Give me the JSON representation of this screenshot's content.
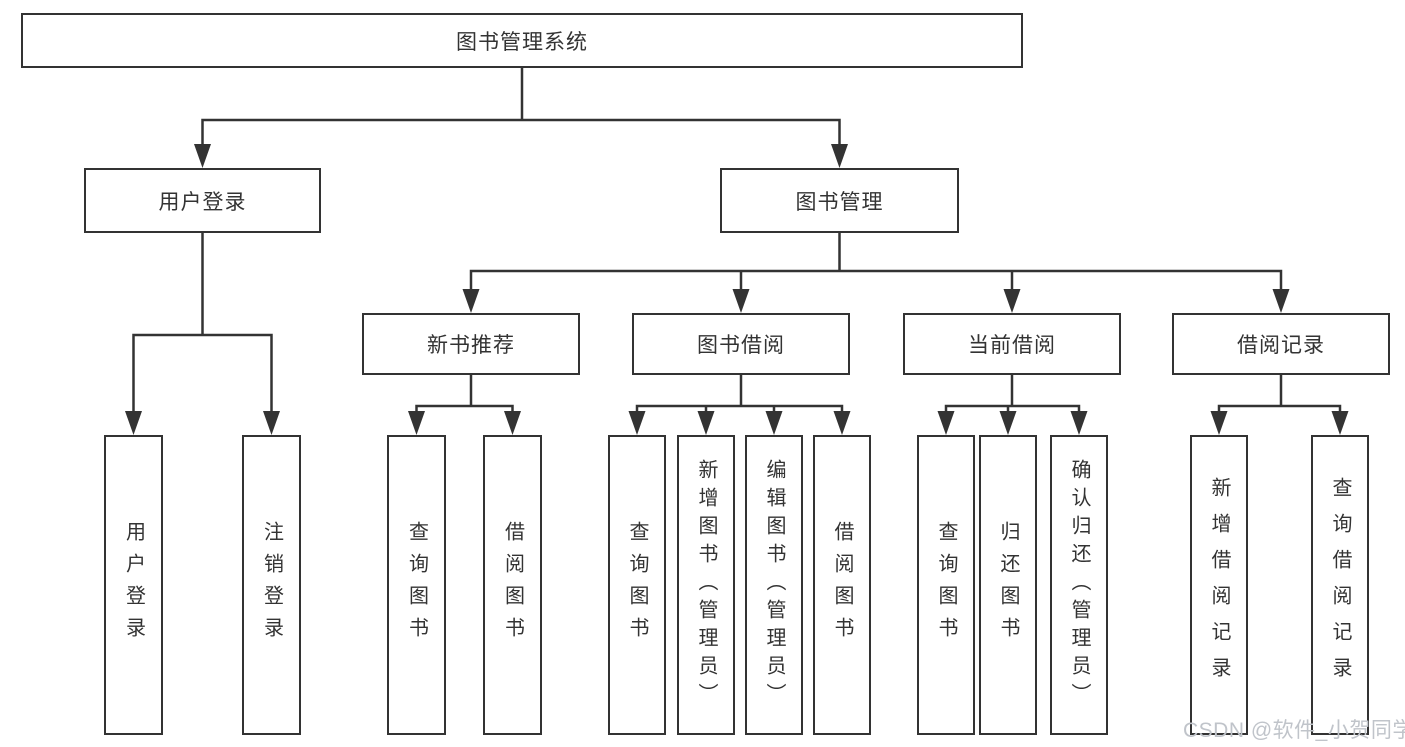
{
  "colors": {
    "line": "#333333",
    "text": "#333333",
    "watermark_text": "#c0c4ca",
    "background": "#ffffff"
  },
  "watermark": "CSDN @软件_小贺同学",
  "nodes": {
    "root": {
      "label": "图书管理系统"
    },
    "user_login": {
      "label": "用户登录"
    },
    "book_mgmt": {
      "label": "图书管理"
    },
    "new_book_rec": {
      "label": "新书推荐"
    },
    "book_borrow": {
      "label": "图书借阅"
    },
    "current_borrow": {
      "label": "当前借阅"
    },
    "borrow_records": {
      "label": "借阅记录"
    },
    "user_login_leaf": {
      "label": "用户登录"
    },
    "logout_leaf": {
      "label": "注销登录"
    },
    "query_books_1": {
      "label": "查询图书"
    },
    "borrow_books_1": {
      "label": "借阅图书"
    },
    "query_books_2": {
      "label": "查询图书"
    },
    "add_books_admin": {
      "label": "新增图书（管理员）"
    },
    "edit_books_admin": {
      "label": "编辑图书（管理员）"
    },
    "borrow_books_2": {
      "label": "借阅图书"
    },
    "query_books_3": {
      "label": "查询图书"
    },
    "return_books": {
      "label": "归还图书"
    },
    "confirm_return_admin": {
      "label": "确认归还（管理员）"
    },
    "add_borrow_record": {
      "label": "新增借阅记录"
    },
    "query_borrow_record": {
      "label": "查询借阅记录"
    }
  },
  "hierarchy": {
    "图书管理系统": {
      "用户登录": [
        "用户登录",
        "注销登录"
      ],
      "图书管理": {
        "新书推荐": [
          "查询图书",
          "借阅图书"
        ],
        "图书借阅": [
          "查询图书",
          "新增图书（管理员）",
          "编辑图书（管理员）",
          "借阅图书"
        ],
        "当前借阅": [
          "查询图书",
          "归还图书",
          "确认归还（管理员）"
        ],
        "借阅记录": [
          "新增借阅记录",
          "查询借阅记录"
        ]
      }
    }
  }
}
